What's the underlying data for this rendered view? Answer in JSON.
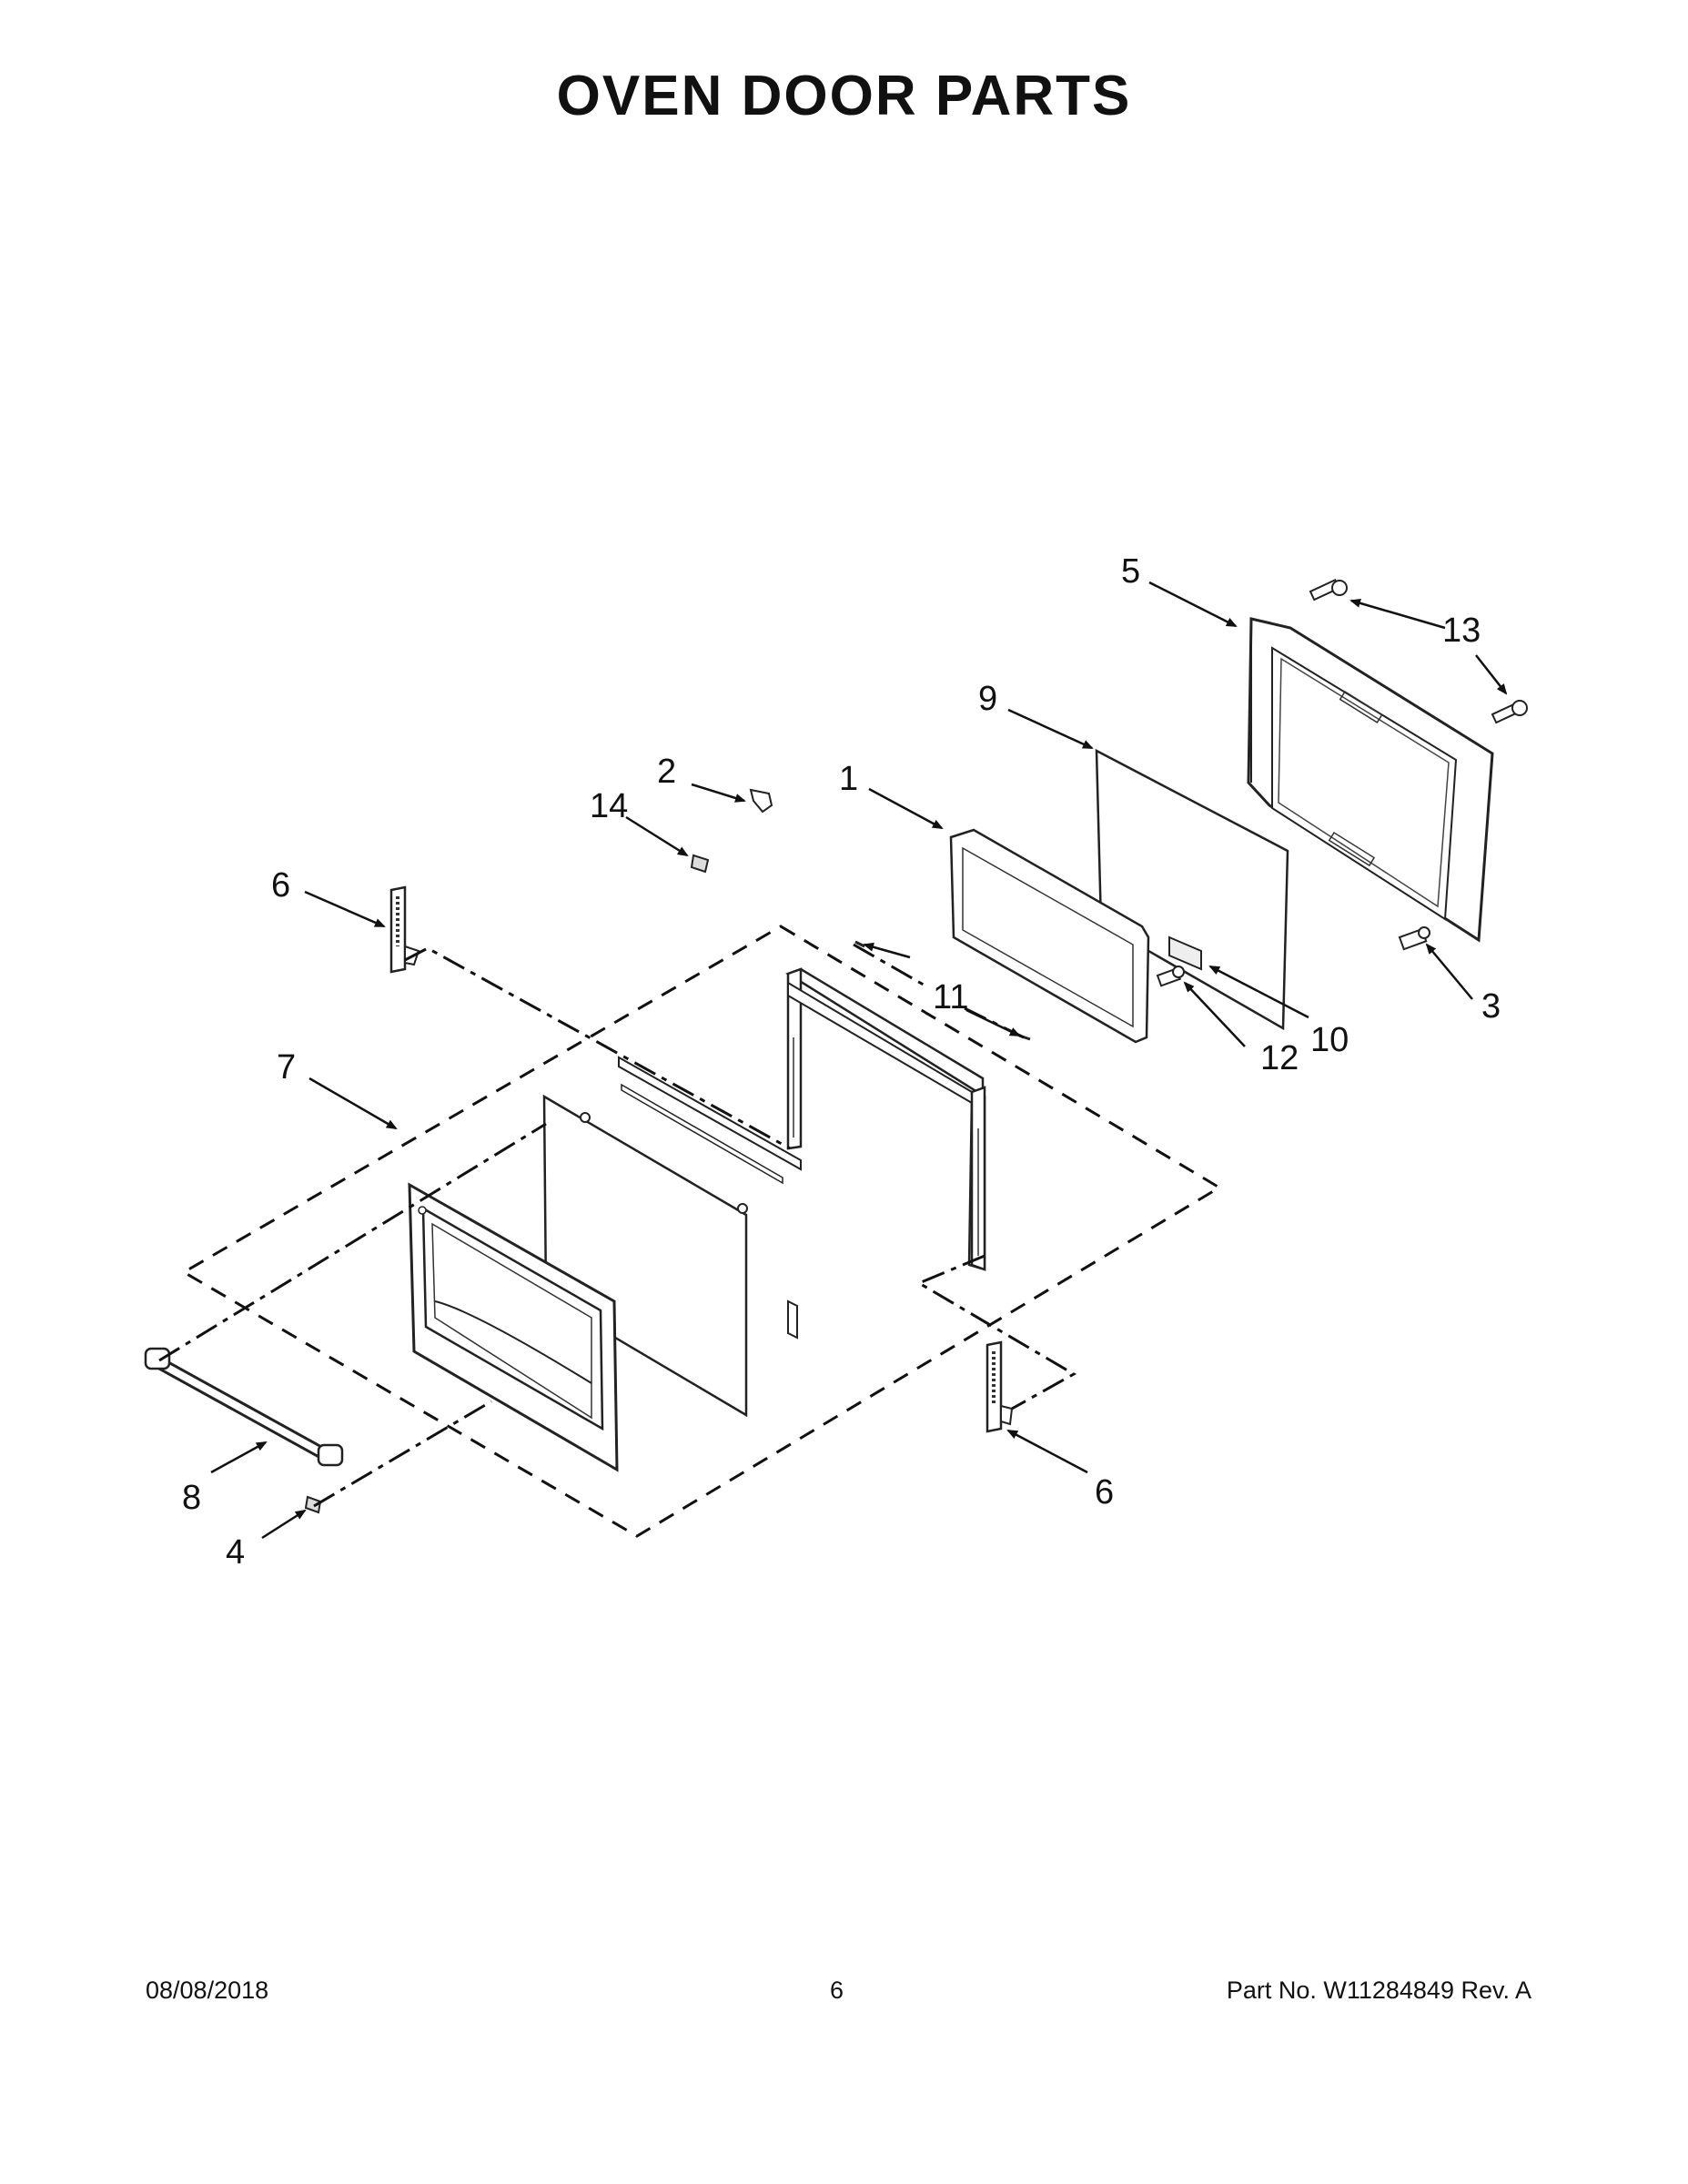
{
  "title": "OVEN DOOR PARTS",
  "callouts": {
    "c1": "1",
    "c2": "2",
    "c3": "3",
    "c4": "4",
    "c5": "5",
    "c6a": "6",
    "c6b": "6",
    "c7": "7",
    "c8": "8",
    "c9": "9",
    "c10": "10",
    "c11": "11",
    "c12": "12",
    "c13": "13",
    "c14": "14"
  },
  "footer": {
    "date": "08/08/2018",
    "page": "6",
    "part_number": "Part No.  W11284849  Rev.  A"
  }
}
